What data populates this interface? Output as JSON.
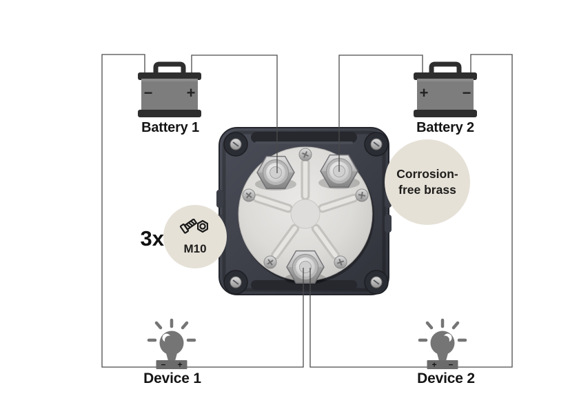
{
  "batteries": [
    {
      "label": "Battery 1",
      "left_terminal": "−",
      "right_terminal": "+"
    },
    {
      "label": "Battery 2",
      "left_terminal": "+",
      "right_terminal": "−"
    }
  ],
  "devices": [
    {
      "label": "Device 1",
      "left_terminal": "−",
      "right_terminal": "+"
    },
    {
      "label": "Device 2",
      "left_terminal": "+",
      "right_terminal": "−"
    }
  ],
  "callouts": {
    "bolt_quantity": "3x",
    "bolt_size": "M10",
    "material_line1": "Corrosion-",
    "material_line2": "free brass"
  },
  "icons": {
    "battery": "battery-icon",
    "device": "light-bulb-icon",
    "bolt": "bolt-and-nut-icon",
    "switch": "battery-switch-rear-view"
  },
  "colors": {
    "background": "#ffffff",
    "callout_bg": "#e6e1d7",
    "wire": "#4a4a4a",
    "icon_gray": "#767676",
    "icon_dark": "#2e2e2e",
    "housing": "#3e414a",
    "plate": "#d8d7d4",
    "text": "#141414"
  }
}
